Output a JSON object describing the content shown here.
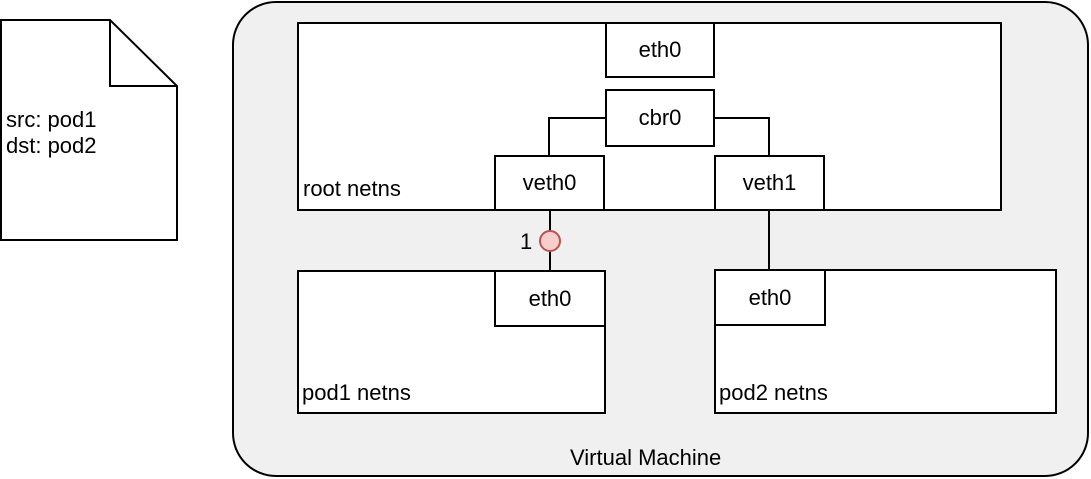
{
  "packet": {
    "lines": [
      "src: pod1",
      "dst: pod2"
    ]
  },
  "vm": {
    "label": "Virtual Machine"
  },
  "root_netns": {
    "label": "root netns",
    "eth0": "eth0",
    "bridge": "cbr0",
    "veth0": "veth0",
    "veth1": "veth1"
  },
  "pod1_netns": {
    "label": "pod1 netns",
    "eth0": "eth0"
  },
  "pod2_netns": {
    "label": "pod2 netns",
    "eth0": "eth0"
  },
  "step_marker": {
    "number": "1",
    "fill": "#f8cecc",
    "stroke": "#b85450"
  },
  "colors": {
    "vm_background": "#f0f0f0",
    "stroke": "#000000",
    "box_fill": "#ffffff"
  }
}
